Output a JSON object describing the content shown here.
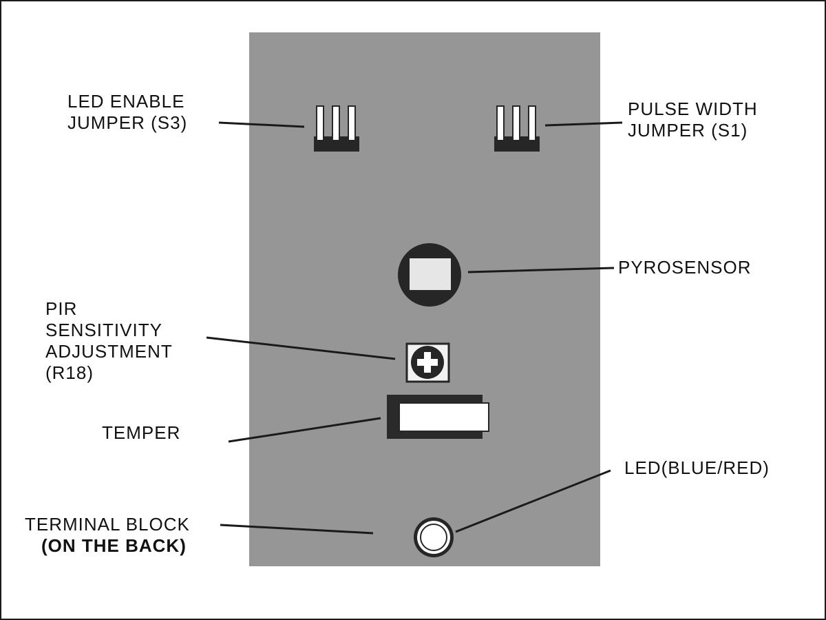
{
  "labels": {
    "led_enable": [
      "LED ENABLE",
      "JUMPER (S3)"
    ],
    "pulse_width": [
      "PULSE WIDTH",
      "JUMPER (S1)"
    ],
    "pyrosensor": [
      "PYROSENSOR"
    ],
    "pir_sensitivity": [
      "PIR",
      "SENSITIVITY",
      "ADJUSTMENT",
      "(R18)"
    ],
    "temper": [
      "TEMPER"
    ],
    "led": [
      "LED(BLUE/RED)"
    ],
    "terminal_block": [
      "TERMINAL BLOCK",
      "(ON THE BACK)"
    ]
  },
  "colors": {
    "board": "#969696",
    "component_dark": "#262626",
    "component_light": "#e6e6e6",
    "line": "#1a1a1a"
  }
}
